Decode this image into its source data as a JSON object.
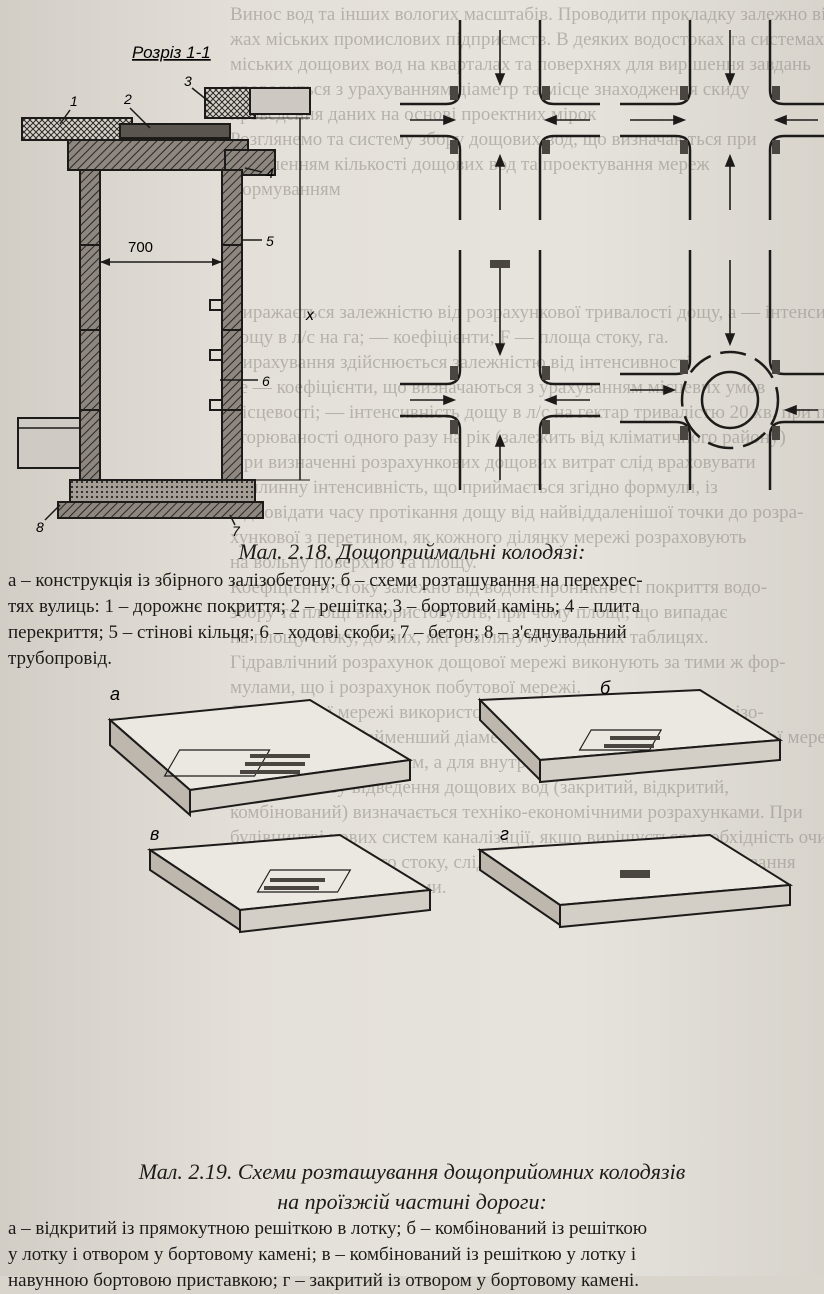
{
  "fig_2_18": {
    "section_title": "Розріз 1-1",
    "dimension_label": "700",
    "height_label": "x",
    "callouts": [
      "1",
      "2",
      "3",
      "4",
      "5",
      "6",
      "7",
      "8"
    ],
    "caption": "Мал. 2.18. Дощоприймальні колодязі:",
    "legend": [
      "а – конструкція із збірного залізобетону; б – схеми розташування на перехрес-",
      "тях вулиць: 1 – дорожнє покриття; 2 – решітка; 3 – бортовий камінь; 4 – плита",
      "перекриття; 5 – стінові кільця; 6 – ходові скоби; 7 – бетон; 8 – з'єднувальний",
      "трубопровід."
    ]
  },
  "fig_2_19": {
    "panel_labels": [
      "а",
      "б",
      "в",
      "г"
    ],
    "caption_line1": "Мал. 2.19. Схеми розташування дощоприйомних колодязів",
    "caption_line2": "на проїзжій частині дороги:",
    "legend": [
      "а – відкритий із прямокутною решіткою в лотку; б – комбінований із решіткою",
      "у лотку і отвором у бортовому камені; в – комбінований із решіткою у лотку і",
      "навунною бортовою приставкою; г – закритий із отвором у бортовому камені."
    ]
  },
  "bleed_through": {
    "top_lines": [
      "Винос вод та інших вологих масштабів. Проводити прокладку залежно від систем",
      "жах міських промислових підприємств. В  деяких водостоках та системах",
      "міських дощових вод на кварталах та поверхнях для вирішення завдань",
      "проводиться з урахуванням діаметр та місце знаходження скиду",
      "проведення даних на основі проектних мірок",
      "Розглянемо та систему збору дощових вод, що визначаються при",
      "за рішенням кількості дощових вод та проектування мереж",
      "формуванням"
    ],
    "mid_lines": [
      "Виражається залежністю від розрахункової тривалості дощу, а — інтенсивність",
      "дощу в л/с на га;  — коефіцієнти; F — площа стоку, га.",
      "Вирахування здійснюється залежністю від інтенсивності",
      "де — коефіцієнти, що визначаються з урахуванням місцевих умов",
      "місцевості;  — інтенсивність дощу в л/с на гектар тривалістю 20 хв. при по-",
      "вторюваності одного разу на рік (залежить від кліматичного району)",
      "При визначенні розрахункових дощових витрат слід враховувати",
      "хвилинну інтенсивність, що приймається згідно формули, із",
      "відповідати часу протікання дощу від найвіддаленішої точки до розра-",
      "хункової з перетином, як кожного ділянку мережі розраховують",
      "на вольну поверхню та площу.",
      "Коефіцієнти стоку залежно від водонепроникності покриття водо-",
      "збору та площі використовують, при чому площі, що випадає",
      "на площу стоку, до лих, які розглянуті у поданих таблицях.",
      "Гідравлічний розрахунок дощової мережі виконують за тими ж фор-",
      "мулами, що і розрахунок побутової мережі.",
      "Для дощової мережі використовують керамічні, бетонні та залізо-",
      "бетонні труби. Найменший діаметр становить для вуличної дощової мережі",
      "для вуличної мережі мм, а для внутрішньоквартальної мм.",
      "Вибір способу відведення дощових вод (закритий, відкритий,",
      "комбінований) визначається техніко-економічними розрахунками. При",
      "будівництві нових систем каналізації, якщо вирішується необхідність очи-",
      "щення поверхневого стоку, слід розглянути питання про влаштування",
      "загальносплавної системи."
    ]
  }
}
